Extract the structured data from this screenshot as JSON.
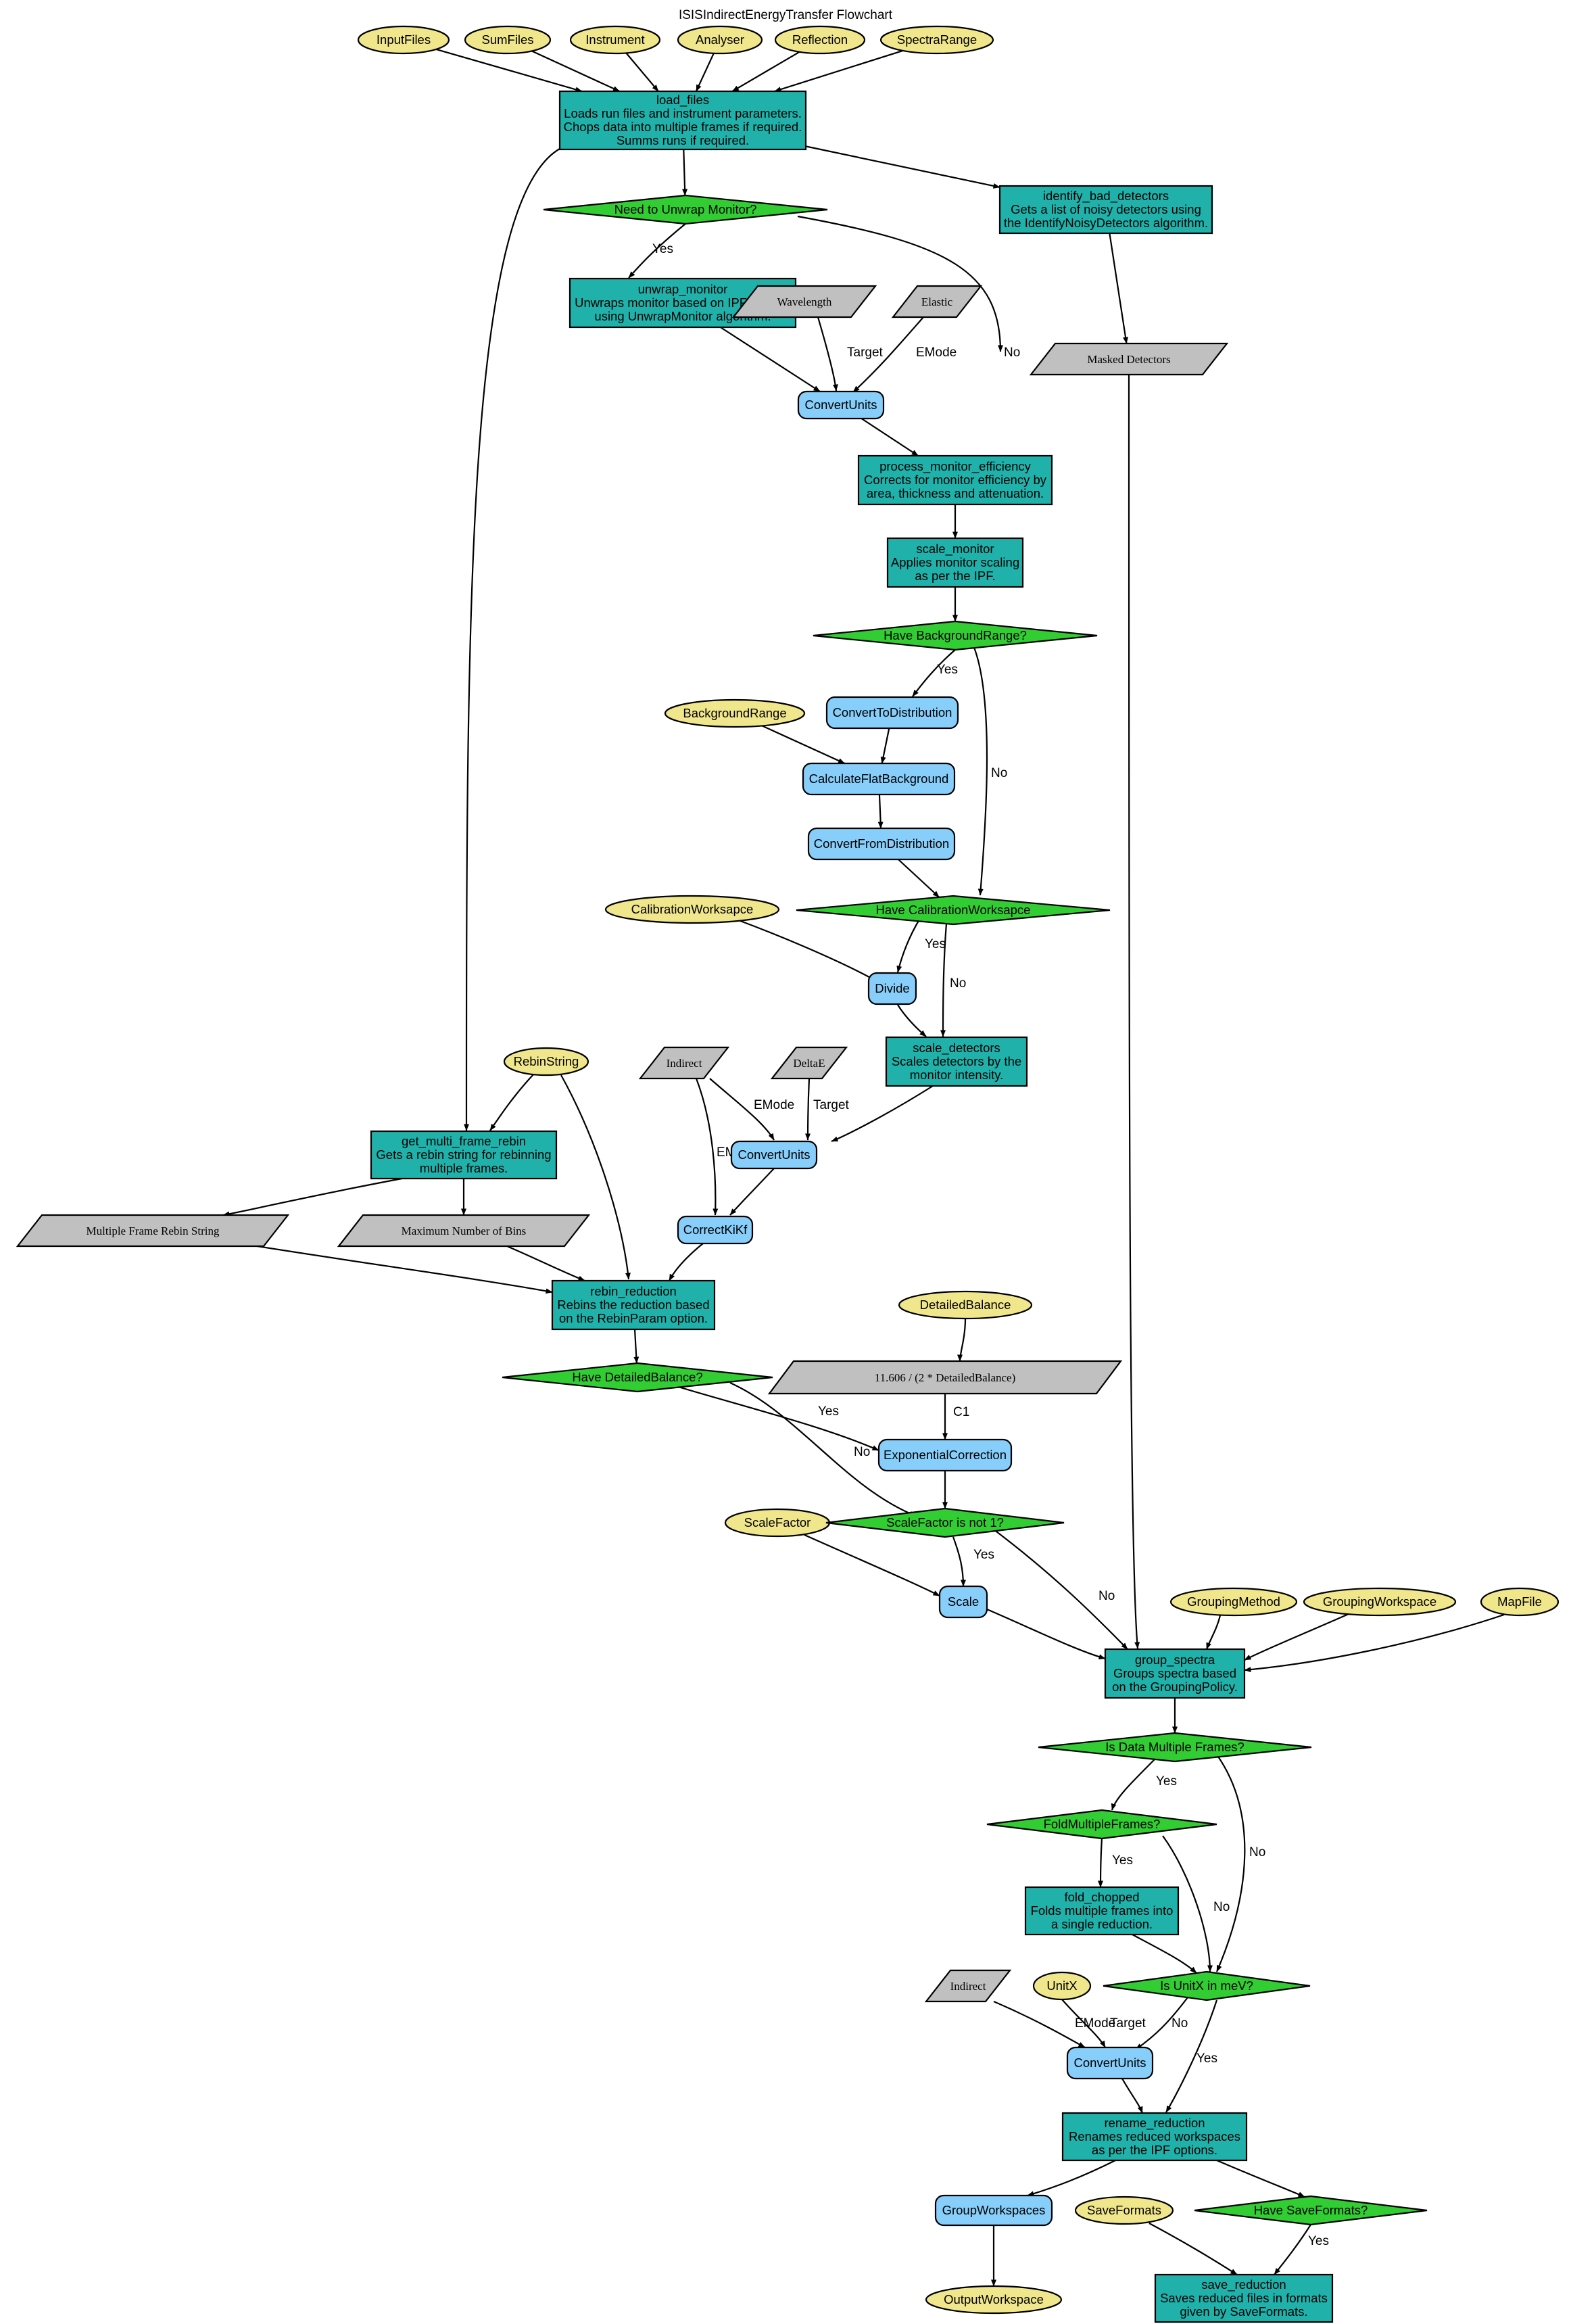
{
  "title": "ISISIndirectEnergyTransfer Flowchart",
  "colors": {
    "input": "#f0e68c",
    "algorithm": "#20b2aa",
    "decision": "#32cd32",
    "child_algorithm": "#87cefa",
    "value": "#c0c0c0"
  },
  "nodes": {
    "inputfiles": {
      "kind": "input",
      "label": "InputFiles"
    },
    "sumfiles": {
      "kind": "input",
      "label": "SumFiles"
    },
    "instrument": {
      "kind": "input",
      "label": "Instrument"
    },
    "analyser": {
      "kind": "input",
      "label": "Analyser"
    },
    "reflection": {
      "kind": "input",
      "label": "Reflection"
    },
    "spectrarange": {
      "kind": "input",
      "label": "SpectraRange"
    },
    "load_files": {
      "kind": "algorithm",
      "lines": [
        "load_files",
        "Loads run files and instrument parameters.",
        "Chops data into multiple frames if required.",
        "Summs runs if required."
      ]
    },
    "need_unwrap": {
      "kind": "decision",
      "label": "Need to Unwrap Monitor?"
    },
    "identify_bad_detectors": {
      "kind": "algorithm",
      "lines": [
        "identify_bad_detectors",
        "Gets a list of noisy detectors using",
        "the IdentifyNoisyDetectors algorithm."
      ]
    },
    "unwrap_monitor": {
      "kind": "algorithm",
      "lines": [
        "unwrap_monitor",
        "Unwraps monitor based on IPF options",
        "using UnwrapMonitor algorithm."
      ]
    },
    "wavelength": {
      "kind": "value",
      "label": "Wavelength"
    },
    "elastic": {
      "kind": "value",
      "label": "Elastic"
    },
    "masked_detectors": {
      "kind": "value",
      "label": "Masked Detectors"
    },
    "convertunits_1": {
      "kind": "child_algorithm",
      "label": "ConvertUnits"
    },
    "process_monitor_efficiency": {
      "kind": "algorithm",
      "lines": [
        "process_monitor_efficiency",
        "Corrects for monitor efficiency by",
        "area, thickness and attenuation."
      ]
    },
    "scale_monitor": {
      "kind": "algorithm",
      "lines": [
        "scale_monitor",
        "Applies monitor scaling",
        "as per the IPF."
      ]
    },
    "have_background": {
      "kind": "decision",
      "label": "Have BackgroundRange?"
    },
    "convert_to_distribution": {
      "kind": "child_algorithm",
      "label": "ConvertToDistribution"
    },
    "backgroundrange": {
      "kind": "input",
      "label": "BackgroundRange"
    },
    "calculate_flat_background": {
      "kind": "child_algorithm",
      "label": "CalculateFlatBackground"
    },
    "convert_from_distribution": {
      "kind": "child_algorithm",
      "label": "ConvertFromDistribution"
    },
    "calibrationworkspace": {
      "kind": "input",
      "label": "CalibrationWorksapce"
    },
    "have_calibration": {
      "kind": "decision",
      "label": "Have CalibrationWorksapce"
    },
    "divide": {
      "kind": "child_algorithm",
      "label": "Divide"
    },
    "scale_detectors": {
      "kind": "algorithm",
      "lines": [
        "scale_detectors",
        "Scales detectors by the",
        "monitor intensity."
      ]
    },
    "rebinstring": {
      "kind": "input",
      "label": "RebinString"
    },
    "indirect_1": {
      "kind": "value",
      "label": "Indirect"
    },
    "deltae": {
      "kind": "value",
      "label": "DeltaE"
    },
    "get_multi_frame_rebin": {
      "kind": "algorithm",
      "lines": [
        "get_multi_frame_rebin",
        "Gets a rebin string for rebinning",
        "multiple frames."
      ]
    },
    "convertunits_2": {
      "kind": "child_algorithm",
      "label": "ConvertUnits"
    },
    "multiple_frame_rebin_string": {
      "kind": "value",
      "label": "Multiple Frame Rebin String"
    },
    "maximum_number_of_bins": {
      "kind": "value",
      "label": "Maximum Number of Bins"
    },
    "correct_kiKf": {
      "kind": "child_algorithm",
      "label": "CorrectKiKf"
    },
    "rebin_reduction": {
      "kind": "algorithm",
      "lines": [
        "rebin_reduction",
        "Rebins the reduction based",
        "on the RebinParam option."
      ]
    },
    "detailedbalance": {
      "kind": "input",
      "label": "DetailedBalance"
    },
    "have_detailed_balance": {
      "kind": "decision",
      "label": "Have DetailedBalance?"
    },
    "c1_value": {
      "kind": "value",
      "label": "11.606 / (2 * DetailedBalance)"
    },
    "exponential_correction": {
      "kind": "child_algorithm",
      "label": "ExponentialCorrection"
    },
    "scalefactor": {
      "kind": "input",
      "label": "ScaleFactor"
    },
    "scalefactor_not_1": {
      "kind": "decision",
      "label": "ScaleFactor is not 1?"
    },
    "scale": {
      "kind": "child_algorithm",
      "label": "Scale"
    },
    "groupingmethod": {
      "kind": "input",
      "label": "GroupingMethod"
    },
    "groupingworkspace": {
      "kind": "input",
      "label": "GroupingWorkspace"
    },
    "mapfile": {
      "kind": "input",
      "label": "MapFile"
    },
    "group_spectra": {
      "kind": "algorithm",
      "lines": [
        "group_spectra",
        "Groups spectra based",
        "on the GroupingPolicy."
      ]
    },
    "is_multiple_frames": {
      "kind": "decision",
      "label": "Is Data Multiple Frames?"
    },
    "fold_multiple_frames": {
      "kind": "decision",
      "label": "FoldMultipleFrames?"
    },
    "fold_chopped": {
      "kind": "algorithm",
      "lines": [
        "fold_chopped",
        "Folds multiple frames into",
        "a single reduction."
      ]
    },
    "indirect_2": {
      "kind": "value",
      "label": "Indirect"
    },
    "unitx": {
      "kind": "input",
      "label": "UnitX"
    },
    "is_unitx_mev": {
      "kind": "decision",
      "label": "Is UnitX in meV?"
    },
    "convertunits_3": {
      "kind": "child_algorithm",
      "label": "ConvertUnits"
    },
    "rename_reduction": {
      "kind": "algorithm",
      "lines": [
        "rename_reduction",
        "Renames reduced workspaces",
        "as per the IPF options."
      ]
    },
    "group_workspaces": {
      "kind": "child_algorithm",
      "label": "GroupWorkspaces"
    },
    "saveformats": {
      "kind": "input",
      "label": "SaveFormats"
    },
    "have_saveformats": {
      "kind": "decision",
      "label": "Have SaveFormats?"
    },
    "outputworkspace": {
      "kind": "input",
      "label": "OutputWorkspace"
    },
    "save_reduction": {
      "kind": "algorithm",
      "lines": [
        "save_reduction",
        "Saves reduced files in formats",
        "given by SaveFormats."
      ]
    }
  },
  "edges": [
    {
      "from": "inputfiles",
      "to": "load_files"
    },
    {
      "from": "sumfiles",
      "to": "load_files"
    },
    {
      "from": "instrument",
      "to": "load_files"
    },
    {
      "from": "analyser",
      "to": "load_files"
    },
    {
      "from": "reflection",
      "to": "load_files"
    },
    {
      "from": "spectrarange",
      "to": "load_files"
    },
    {
      "from": "load_files",
      "to": "need_unwrap"
    },
    {
      "from": "load_files",
      "to": "identify_bad_detectors"
    },
    {
      "from": "load_files",
      "to": "get_multi_frame_rebin"
    },
    {
      "from": "need_unwrap",
      "to": "unwrap_monitor",
      "label": "Yes"
    },
    {
      "from": "need_unwrap",
      "to": "process_monitor_efficiency",
      "label": "No"
    },
    {
      "from": "identify_bad_detectors",
      "to": "masked_detectors"
    },
    {
      "from": "unwrap_monitor",
      "to": "convertunits_1"
    },
    {
      "from": "wavelength",
      "to": "convertunits_1",
      "label": "Target"
    },
    {
      "from": "elastic",
      "to": "convertunits_1",
      "label": "EMode"
    },
    {
      "from": "convertunits_1",
      "to": "process_monitor_efficiency"
    },
    {
      "from": "masked_detectors",
      "to": "group_spectra"
    },
    {
      "from": "process_monitor_efficiency",
      "to": "scale_monitor"
    },
    {
      "from": "scale_monitor",
      "to": "have_background"
    },
    {
      "from": "have_background",
      "to": "convert_to_distribution",
      "label": "Yes"
    },
    {
      "from": "have_background",
      "to": "have_calibration",
      "label": "No"
    },
    {
      "from": "convert_to_distribution",
      "to": "calculate_flat_background"
    },
    {
      "from": "backgroundrange",
      "to": "calculate_flat_background"
    },
    {
      "from": "calculate_flat_background",
      "to": "convert_from_distribution"
    },
    {
      "from": "convert_from_distribution",
      "to": "have_calibration"
    },
    {
      "from": "have_calibration",
      "to": "divide",
      "label": "Yes"
    },
    {
      "from": "have_calibration",
      "to": "scale_detectors",
      "label": "No"
    },
    {
      "from": "calibrationworkspace",
      "to": "divide"
    },
    {
      "from": "divide",
      "to": "scale_detectors"
    },
    {
      "from": "scale_detectors",
      "to": "convertunits_2"
    },
    {
      "from": "indirect_1",
      "to": "convertunits_2",
      "label": "EMode"
    },
    {
      "from": "indirect_1",
      "to": "correct_kiKf",
      "label": "EMode"
    },
    {
      "from": "deltae",
      "to": "convertunits_2",
      "label": "Target"
    },
    {
      "from": "rebinstring",
      "to": "get_multi_frame_rebin"
    },
    {
      "from": "rebinstring",
      "to": "rebin_reduction"
    },
    {
      "from": "get_multi_frame_rebin",
      "to": "multiple_frame_rebin_string"
    },
    {
      "from": "get_multi_frame_rebin",
      "to": "maximum_number_of_bins"
    },
    {
      "from": "convertunits_2",
      "to": "correct_kiKf"
    },
    {
      "from": "multiple_frame_rebin_string",
      "to": "rebin_reduction"
    },
    {
      "from": "maximum_number_of_bins",
      "to": "rebin_reduction"
    },
    {
      "from": "correct_kiKf",
      "to": "rebin_reduction"
    },
    {
      "from": "rebin_reduction",
      "to": "have_detailed_balance"
    },
    {
      "from": "detailedbalance",
      "to": "c1_value"
    },
    {
      "from": "have_detailed_balance",
      "to": "exponential_correction",
      "label": "Yes"
    },
    {
      "from": "have_detailed_balance",
      "to": "scalefactor_not_1",
      "label": "No"
    },
    {
      "from": "c1_value",
      "to": "exponential_correction",
      "label": "C1"
    },
    {
      "from": "exponential_correction",
      "to": "scalefactor_not_1"
    },
    {
      "from": "scalefactor_not_1",
      "to": "scale",
      "label": "Yes"
    },
    {
      "from": "scalefactor_not_1",
      "to": "group_spectra",
      "label": "No"
    },
    {
      "from": "scalefactor",
      "to": "scale"
    },
    {
      "from": "scale",
      "to": "group_spectra"
    },
    {
      "from": "groupingmethod",
      "to": "group_spectra"
    },
    {
      "from": "groupingworkspace",
      "to": "group_spectra"
    },
    {
      "from": "mapfile",
      "to": "group_spectra"
    },
    {
      "from": "group_spectra",
      "to": "is_multiple_frames"
    },
    {
      "from": "is_multiple_frames",
      "to": "fold_multiple_frames",
      "label": "Yes"
    },
    {
      "from": "is_multiple_frames",
      "to": "is_unitx_mev",
      "label": "No"
    },
    {
      "from": "fold_multiple_frames",
      "to": "fold_chopped",
      "label": "Yes"
    },
    {
      "from": "fold_multiple_frames",
      "to": "is_unitx_mev",
      "label": "No"
    },
    {
      "from": "fold_chopped",
      "to": "is_unitx_mev"
    },
    {
      "from": "indirect_2",
      "to": "convertunits_3",
      "label": "EMode"
    },
    {
      "from": "unitx",
      "to": "convertunits_3",
      "label": "Target"
    },
    {
      "from": "is_unitx_mev",
      "to": "convertunits_3",
      "label": "No"
    },
    {
      "from": "is_unitx_mev",
      "to": "rename_reduction",
      "label": "Yes"
    },
    {
      "from": "convertunits_3",
      "to": "rename_reduction"
    },
    {
      "from": "rename_reduction",
      "to": "group_workspaces"
    },
    {
      "from": "rename_reduction",
      "to": "have_saveformats"
    },
    {
      "from": "group_workspaces",
      "to": "outputworkspace"
    },
    {
      "from": "saveformats",
      "to": "save_reduction"
    },
    {
      "from": "have_saveformats",
      "to": "save_reduction",
      "label": "Yes"
    }
  ]
}
